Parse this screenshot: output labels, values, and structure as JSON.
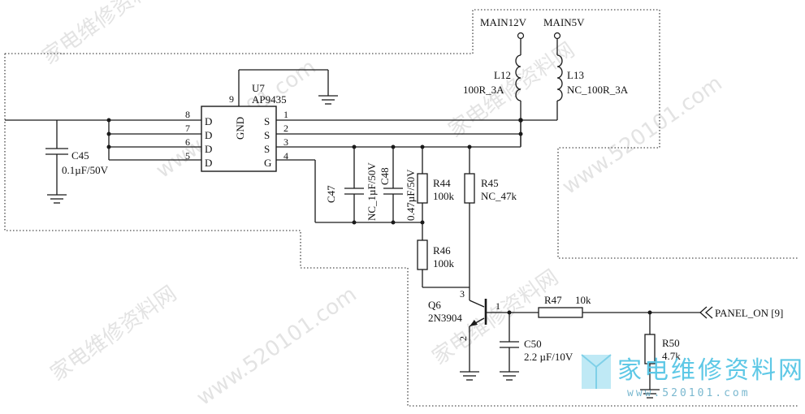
{
  "watermark": {
    "site_cn": "家电维修资料网",
    "site_url": "www.520101.com"
  },
  "logo": {
    "text_cn": "家电维修资料网",
    "url": "www.520101.com"
  },
  "rails": {
    "main12v": "MAIN12V",
    "main5v": "MAIN5V"
  },
  "components": {
    "l12": {
      "ref": "L12",
      "value": "100R_3A"
    },
    "l13": {
      "ref": "L13",
      "value": "NC_100R_3A"
    },
    "u7": {
      "ref": "U7",
      "part": "AP9435",
      "gnd": "GND",
      "gnd_pin": "9",
      "left_pins": [
        "8",
        "7",
        "6",
        "5"
      ],
      "left_names": [
        "D",
        "D",
        "D",
        "D"
      ],
      "right_pins": [
        "1",
        "2",
        "3",
        "4"
      ],
      "right_names": [
        "S",
        "S",
        "S",
        "G"
      ]
    },
    "c45": {
      "ref": "C45",
      "value": "0.1µF/50V"
    },
    "c47": {
      "ref": "C47",
      "value": "NC_1µF/50V"
    },
    "c48": {
      "ref": "C48",
      "value": "0.47µF/50V"
    },
    "r44": {
      "ref": "R44",
      "value": "100k"
    },
    "r45": {
      "ref": "R45",
      "value": "NC_47k"
    },
    "r46": {
      "ref": "R46",
      "value": "100k"
    },
    "r47": {
      "ref": "R47",
      "value": "10k"
    },
    "r50": {
      "ref": "R50",
      "value": "4.7k"
    },
    "q6": {
      "ref": "Q6",
      "part": "2N3904",
      "pin_c": "3",
      "pin_b": "1",
      "pin_e": "2"
    },
    "c50": {
      "ref": "C50",
      "value": "2.2 µF/10V"
    }
  },
  "nets": {
    "panel_on": "PANEL_ON [9]"
  },
  "icons": [
    "ground-icon",
    "inductor-icon",
    "capacitor-icon",
    "resistor-icon",
    "npn-transistor-icon",
    "offpage-connector-icon",
    "test-point-icon"
  ]
}
